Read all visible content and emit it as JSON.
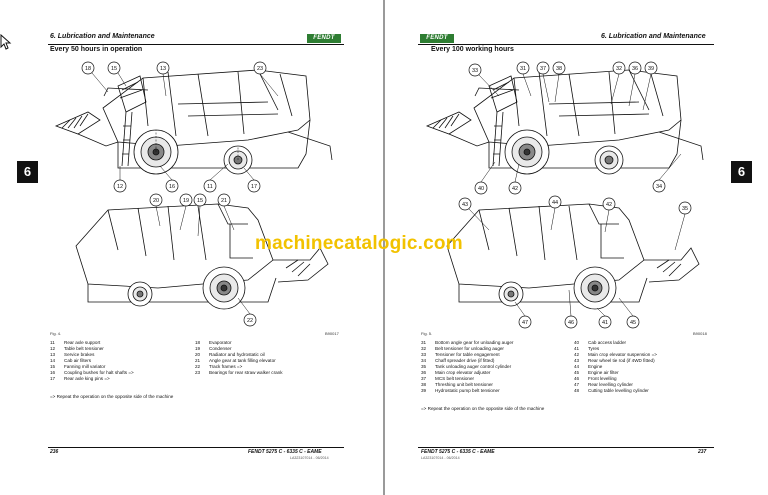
{
  "watermark": "machinecatalogic.com",
  "left_page": {
    "header_chapter": "6. Lubrication and Maintenance",
    "brand": "FENDT",
    "section_title": "Every 50 hours in operation",
    "tab": "6",
    "figure_label": "Fig. 4.",
    "figure_code": "B90017",
    "callouts_top": [
      "18",
      "15",
      "13",
      "23",
      "12",
      "16",
      "11",
      "17"
    ],
    "callouts_bottom": [
      "20",
      "19",
      "15",
      "21",
      "22"
    ],
    "legend_col1": [
      {
        "num": "11",
        "text": "Rear axle support"
      },
      {
        "num": "12",
        "text": "Table belt tensioner"
      },
      {
        "num": "13",
        "text": "Service brakes"
      },
      {
        "num": "14",
        "text": "Cab air filters"
      },
      {
        "num": "15",
        "text": "Fanning mill variator"
      },
      {
        "num": "16",
        "text": "Coupling bushes for halt shafts =>"
      },
      {
        "num": "17",
        "text": "Rear axle king pins =>"
      }
    ],
    "legend_col2": [
      {
        "num": "18",
        "text": "Evaporator"
      },
      {
        "num": "19",
        "text": "Condenser"
      },
      {
        "num": "20",
        "text": "Radiator and hydrostatic oil"
      },
      {
        "num": "21",
        "text": "Angle gear at tank filling elevator"
      },
      {
        "num": "22",
        "text": "Track frames =>"
      },
      {
        "num": "23",
        "text": "Bearings for rear straw walker crank"
      }
    ],
    "note": "=> Repeat the operation on the opposite side of the machine",
    "page_number": "236",
    "footer_title": "FENDT 5275 C - 6335 C - EAME",
    "footer_code": "LA323107014 - 06/2014"
  },
  "right_page": {
    "header_chapter": "6. Lubrication and Maintenance",
    "brand": "FENDT",
    "section_title": "Every 100 working hours",
    "tab": "6",
    "figure_label": "Fig. 5.",
    "figure_code": "B90018",
    "callouts_top": [
      "33",
      "31",
      "37",
      "38",
      "32",
      "36",
      "39",
      "40",
      "42",
      "34"
    ],
    "callouts_bottom": [
      "43",
      "44",
      "42",
      "35",
      "47",
      "46",
      "41",
      "45"
    ],
    "legend_col1": [
      {
        "num": "31",
        "text": "Bottom angle gear for unloading auger"
      },
      {
        "num": "32",
        "text": "Belt tensioner for unloading auger"
      },
      {
        "num": "33",
        "text": "Tensioner for table engagement"
      },
      {
        "num": "34",
        "text": "Chaff spreader drive (if fitted)"
      },
      {
        "num": "35",
        "text": "Tank unloading auger control cylinder"
      },
      {
        "num": "36",
        "text": "Main crop elevator adjuster"
      },
      {
        "num": "37",
        "text": "MCS belt tensioner"
      },
      {
        "num": "38",
        "text": "Threshing unit belt tensioner"
      },
      {
        "num": "39",
        "text": "Hydrostatic pump belt tensioner"
      }
    ],
    "legend_col2": [
      {
        "num": "40",
        "text": "Cab access ladder"
      },
      {
        "num": "41",
        "text": "Tyres"
      },
      {
        "num": "42",
        "text": "Main crop elevator suspension =>"
      },
      {
        "num": "43",
        "text": "Rear wheel tie rod (if 4WD fitted)"
      },
      {
        "num": "44",
        "text": "Engine"
      },
      {
        "num": "45",
        "text": "Engine air filter"
      },
      {
        "num": "46",
        "text": "Front levelling"
      },
      {
        "num": "47",
        "text": "Rear levelling cylinder"
      },
      {
        "num": "48",
        "text": "Cutting table levelling cylinder"
      }
    ],
    "note": "=> Repeat the operation on the opposite side of the machine",
    "page_number": "237",
    "footer_title": "FENDT 5275 C - 6335 C - EAME",
    "footer_code": "LA323107014 - 06/2014"
  }
}
